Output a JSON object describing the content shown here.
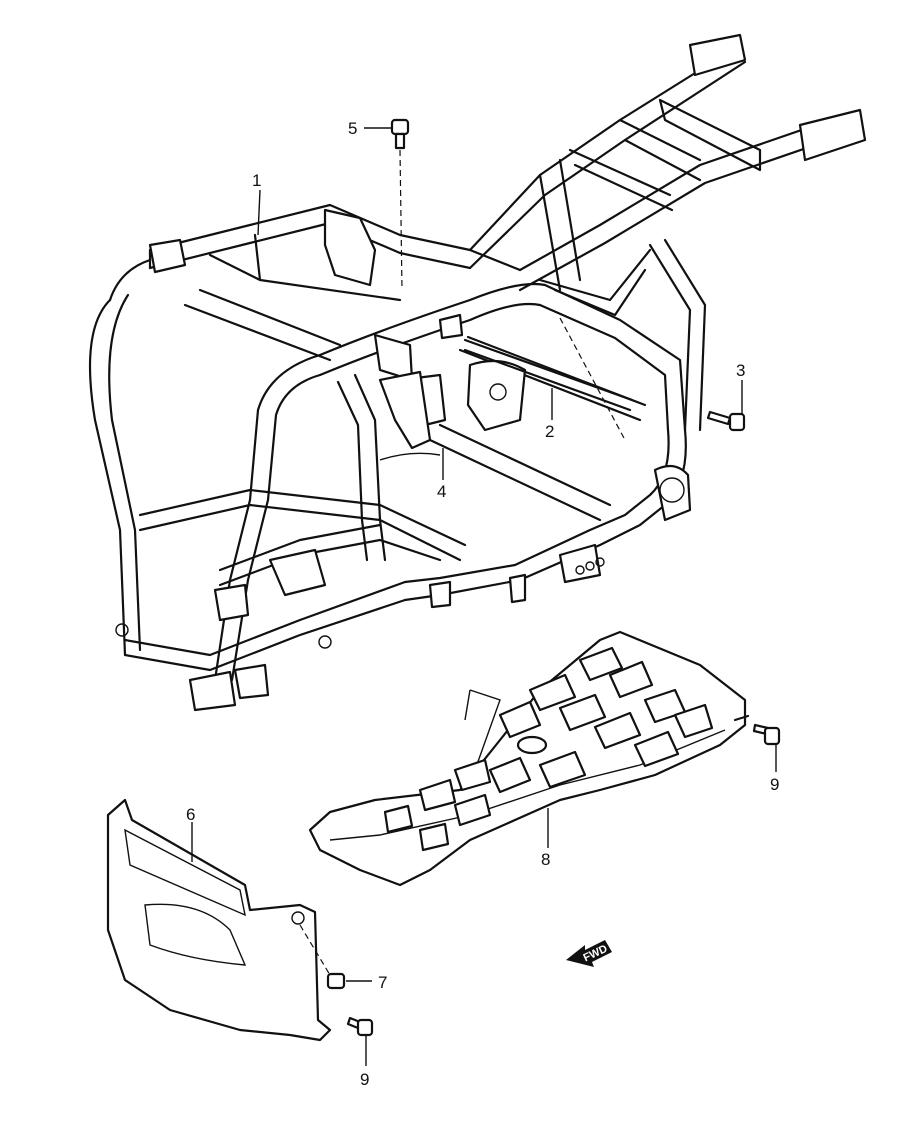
{
  "callouts": [
    {
      "id": "1",
      "label": "1"
    },
    {
      "id": "2",
      "label": "2"
    },
    {
      "id": "3",
      "label": "3"
    },
    {
      "id": "4",
      "label": "4"
    },
    {
      "id": "5",
      "label": "5"
    },
    {
      "id": "6",
      "label": "6"
    },
    {
      "id": "7",
      "label": "7"
    },
    {
      "id": "8",
      "label": "8"
    },
    {
      "id": "9a",
      "label": "9"
    },
    {
      "id": "9b",
      "label": "9"
    }
  ],
  "direction_marker": {
    "label": "FWD",
    "icon": "forward-arrow-icon"
  },
  "colors": {
    "line": "#111111",
    "background": "#ffffff"
  }
}
